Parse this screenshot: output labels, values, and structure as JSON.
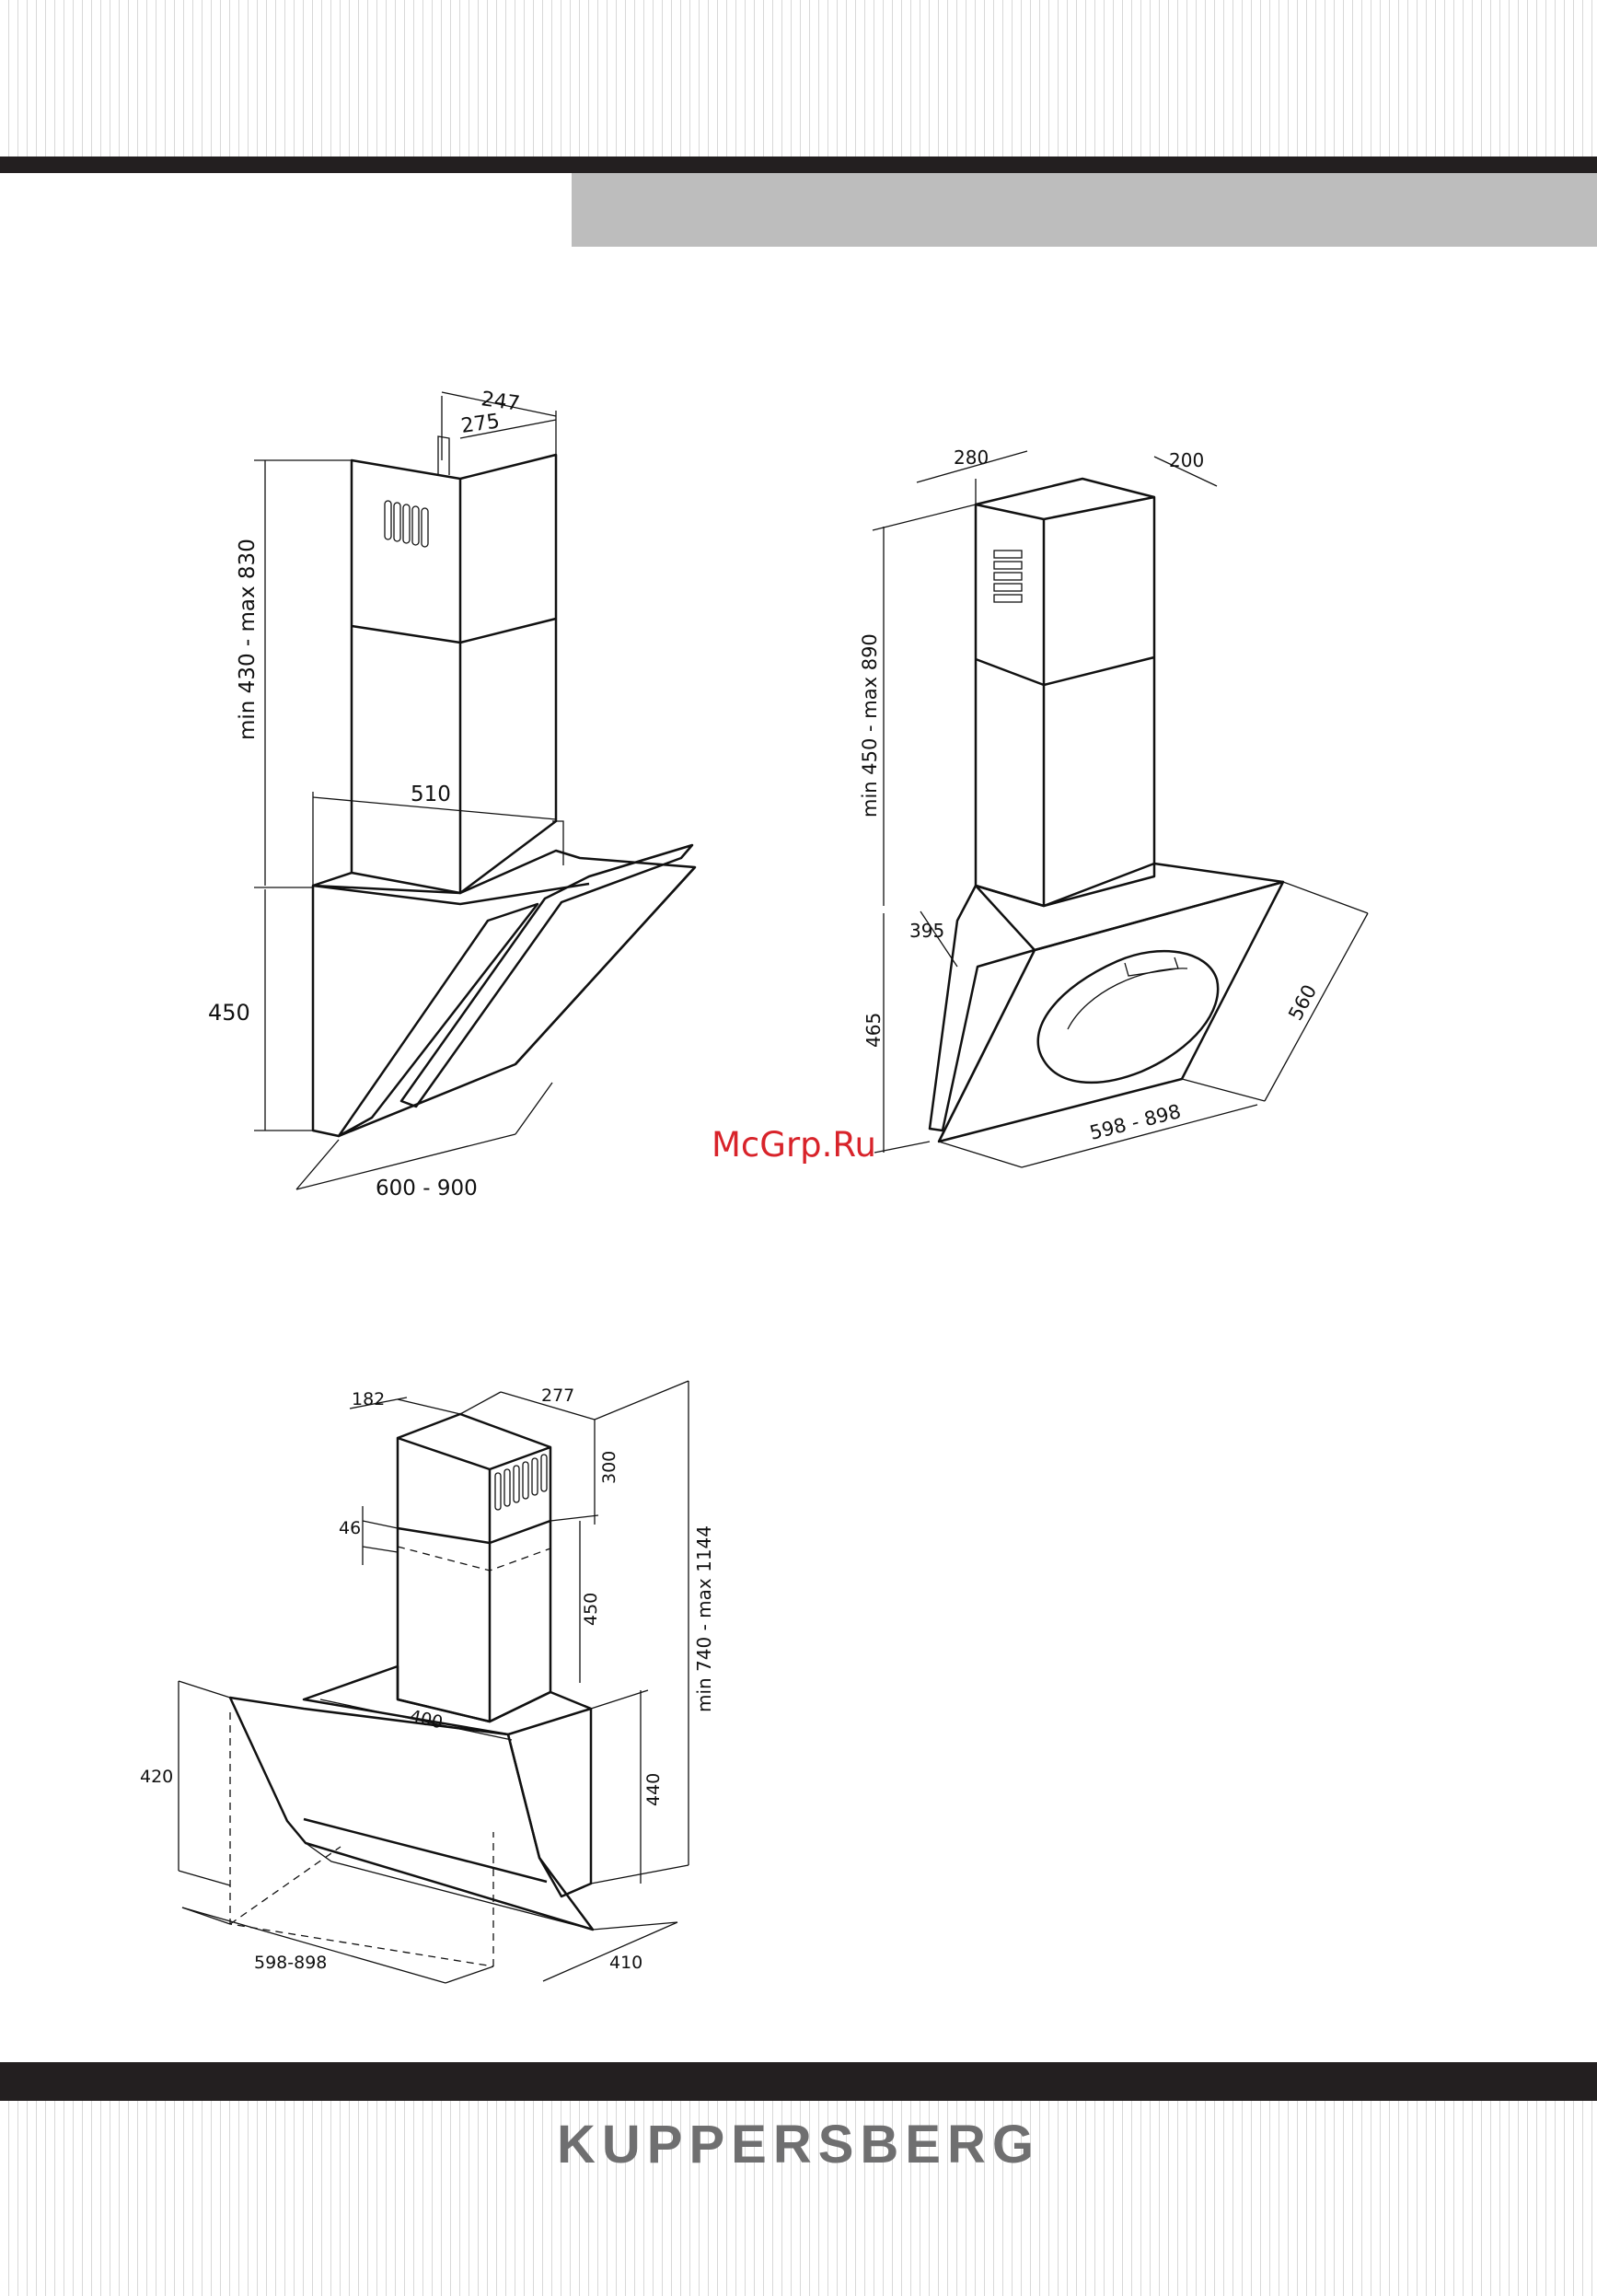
{
  "brand": {
    "name": "KUPPERSBERG"
  },
  "watermark": {
    "text": "McGrp.Ru"
  },
  "diagrams": {
    "hood1": {
      "dim_247": "247",
      "dim_275": "275",
      "dim_height_chimney": "min 430 - max 830",
      "dim_510": "510",
      "dim_450": "450",
      "dim_width": "600 - 900"
    },
    "hood2": {
      "dim_280": "280",
      "dim_200": "200",
      "dim_height_chimney": "min 450 - max 890",
      "dim_395": "395",
      "dim_465": "465",
      "dim_560": "560",
      "dim_width": "598 - 898"
    },
    "hood3": {
      "dim_182": "182",
      "dim_277": "277",
      "dim_300": "300",
      "dim_46": "46",
      "dim_450": "450",
      "dim_total": "min 740 - max 1144",
      "dim_400": "400",
      "dim_420": "420",
      "dim_440": "440",
      "dim_width": "598-898",
      "dim_410": "410"
    }
  }
}
